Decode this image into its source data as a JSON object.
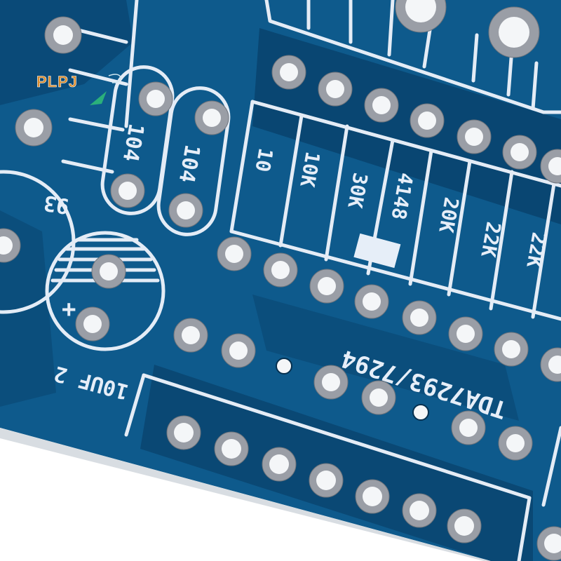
{
  "scene": {
    "description": "Close-up photo of blue PCB (TDA7293/7294 amplifier board) with white silkscreen",
    "board_color": "#0e5a8c",
    "board_dark": "#083f6a",
    "silkscreen_color": "#e6eef8",
    "pad_color": "#9a9ea6"
  },
  "watermark": {
    "text": "PLPJ",
    "text_color": "#d98a2a",
    "leaf_color": "#2bb07a"
  },
  "labels": {
    "cap1": "104",
    "cap2": "104",
    "r1": "10",
    "r2": "10K",
    "r3": "30K",
    "diode": "4148",
    "r4": "20K",
    "r5": "22K",
    "r6": "22K",
    "chip": "TDA7293/7294",
    "elcap": "10UF 2",
    "plus": "+",
    "partial": "93"
  }
}
